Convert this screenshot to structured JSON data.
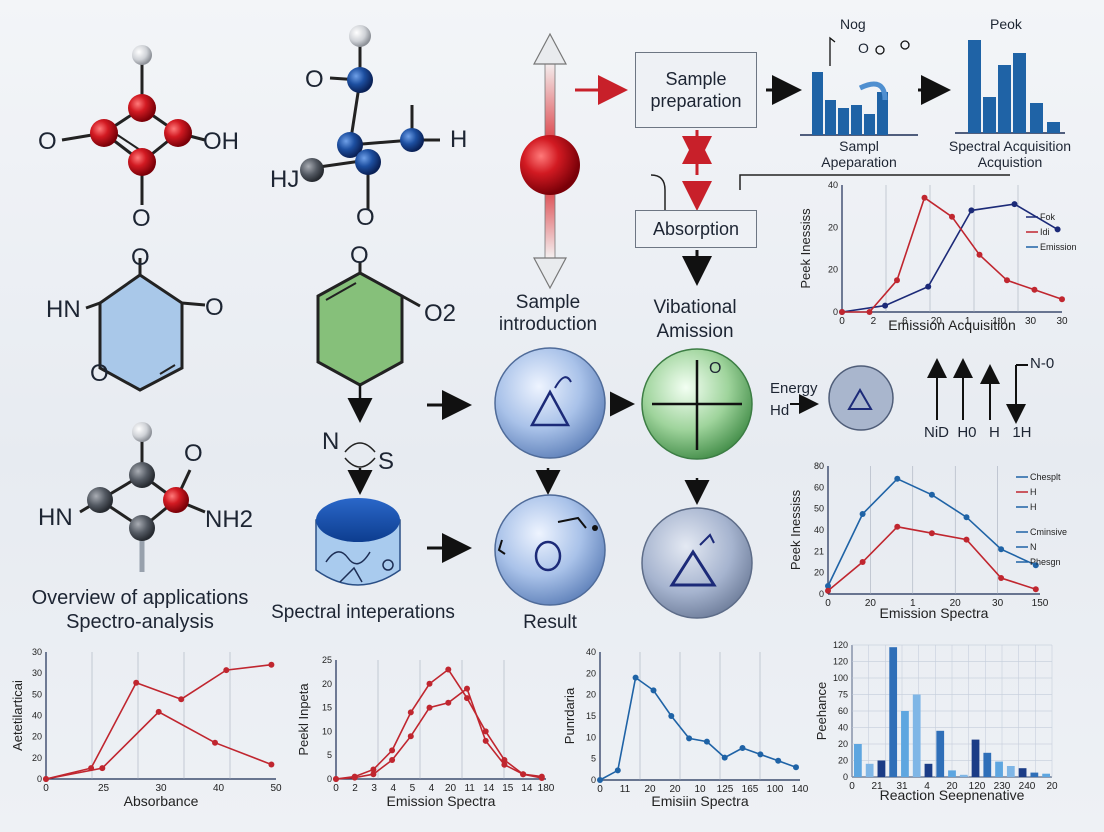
{
  "molecules": {
    "m1": {
      "left": "O",
      "right": "OH",
      "bottom": "O"
    },
    "m2": {
      "o_top": "O",
      "h_right": "H",
      "h_left": "HJ",
      "o_bottom": "O"
    },
    "m3": {
      "hn": "HN",
      "o_top": "O",
      "o_right": "O",
      "o_bottom": "O"
    },
    "m4": {
      "o_top": "O",
      "o2": "O2"
    },
    "m5": {
      "hn": "HN",
      "o": "O",
      "nh2": "NH2"
    },
    "ns": {
      "n": "N",
      "s": "S"
    }
  },
  "captions": {
    "overview": "Overview of applications\nSpectro-analysis",
    "spectral_interp": "Spectral inteperations",
    "sample_intro": "Sample\nintroduction",
    "vibrational": "Vibational\nAmission",
    "result": "Result"
  },
  "boxes": {
    "sample_prep": "Sample\npreparation",
    "absorption": "Absorption"
  },
  "top_charts": {
    "left_title": "Nog",
    "left_sub": "O",
    "left_caption": "Sampl\nApeparation",
    "right_title": "Peok",
    "right_caption": "Spectral Acquisition\nAcquistion"
  },
  "energy": {
    "label": "Energy",
    "sub": "Hd",
    "arrow_label": "N-0",
    "bottom": "NiD  H0   H   1H"
  },
  "circles": {
    "c1": "",
    "c2": "O",
    "c3": "",
    "c4": ""
  },
  "chart_data": [
    {
      "id": "chartA",
      "type": "line",
      "ylabel": "Peek Inessiss",
      "xlabel": "Emission Acquisition",
      "yticks": [
        "0",
        "20",
        "20",
        "40"
      ],
      "xticks": [
        "0",
        "2",
        "6",
        "20",
        "1",
        "1t0",
        "30",
        "30"
      ],
      "legend": [
        "Fok",
        "Idi",
        "Emission"
      ],
      "series": [
        {
          "name": "Fok",
          "color": "#1c2a78",
          "values": [
            0,
            2,
            8,
            32,
            34,
            26
          ]
        },
        {
          "name": "Idi",
          "color": "#c0262f",
          "values": [
            0,
            0,
            10,
            36,
            30,
            18,
            10,
            7,
            4
          ]
        }
      ]
    },
    {
      "id": "chartB",
      "type": "line",
      "ylabel": "Peek Inessiss",
      "xlabel": "Emission Spectra",
      "yticks": [
        "0",
        "20",
        "21",
        "40",
        "50",
        "60",
        "80"
      ],
      "xticks": [
        "0",
        "20",
        "1",
        "20",
        "30",
        "150"
      ],
      "legend": [
        "Chesplt",
        "H",
        "H",
        "Cminsive",
        "N",
        "Phesgn"
      ],
      "series": [
        {
          "name": "Chesplt",
          "color": "#1f63a6",
          "values": [
            5,
            50,
            72,
            62,
            48,
            28,
            18
          ]
        },
        {
          "name": "H",
          "color": "#c0262f",
          "values": [
            2,
            20,
            42,
            38,
            34,
            10,
            3
          ]
        }
      ]
    },
    {
      "id": "chartC",
      "type": "line",
      "ylabel": "Aetetilarticai",
      "xlabel": "Absorbance",
      "yticks": [
        "0",
        "20",
        "20",
        "40",
        "50",
        "30",
        "30"
      ],
      "xticks": [
        "0",
        "25",
        "30",
        "40",
        "50"
      ],
      "series": [
        {
          "name": "",
          "color": "#c0262f",
          "values": [
            0,
            6,
            53,
            44,
            60,
            63
          ]
        },
        {
          "name": "",
          "color": "#c0262f",
          "values": [
            0,
            6,
            37,
            20,
            8
          ]
        }
      ]
    },
    {
      "id": "chartD",
      "type": "line",
      "ylabel": "Peekl Inpeta",
      "xlabel": "Emission Spectra",
      "yticks": [
        "0",
        "5",
        "10",
        "15",
        "20",
        "25"
      ],
      "xticks": [
        "0",
        "2",
        "3",
        "4",
        "5",
        "4",
        "20",
        "11",
        "14",
        "15",
        "14",
        "180"
      ],
      "series": [
        {
          "name": "",
          "color": "#c0262f",
          "values": [
            0,
            0.5,
            2,
            6,
            14,
            20,
            23,
            17,
            10,
            4,
            1,
            0.5
          ]
        },
        {
          "name": "",
          "color": "#c0262f",
          "values": [
            0,
            0.3,
            1,
            4,
            9,
            15,
            16,
            19,
            8,
            3,
            1,
            0.2
          ]
        }
      ]
    },
    {
      "id": "chartE",
      "type": "line",
      "ylabel": "Punrdaria",
      "xlabel": "Emisiin Spectra",
      "yticks": [
        "0",
        "5",
        "10",
        "15",
        "20",
        "20",
        "40"
      ],
      "xticks": [
        "0",
        "11",
        "20",
        "20",
        "10",
        "125",
        "165",
        "100",
        "140"
      ],
      "series": [
        {
          "name": "",
          "color": "#1f63a6",
          "values": [
            0,
            3,
            32,
            28,
            20,
            13,
            12,
            7,
            10,
            8,
            6,
            4
          ]
        }
      ]
    },
    {
      "id": "chartF",
      "type": "bar",
      "ylabel": "Peehance",
      "xlabel": "Reaction Seepnenative",
      "yticks": [
        "0",
        "20",
        "20",
        "40",
        "60",
        "75",
        "100",
        "120",
        "120"
      ],
      "xticks": [
        "0",
        "21",
        "31",
        "4",
        "20",
        "120",
        "230",
        "240",
        "20"
      ],
      "values": [
        30,
        12,
        15,
        118,
        60,
        75,
        12,
        42,
        6,
        2,
        34,
        22,
        14,
        10,
        8,
        4,
        3
      ]
    }
  ]
}
